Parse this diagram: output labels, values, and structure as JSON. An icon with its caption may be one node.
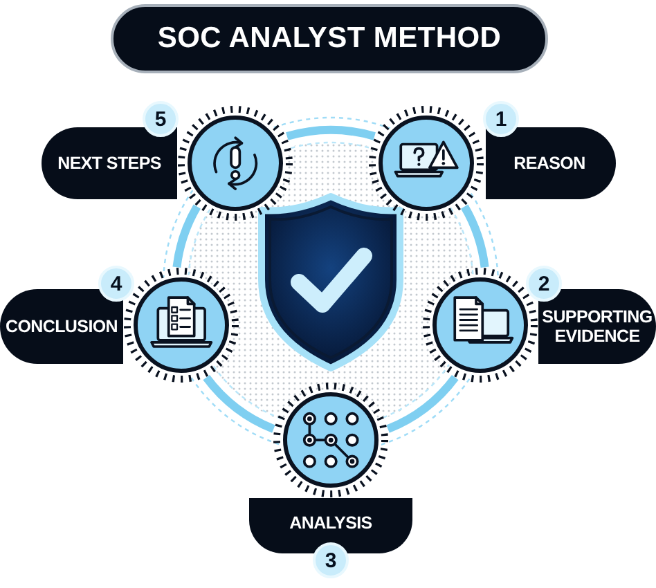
{
  "diagram": {
    "title": "SOC ANALYST METHOD",
    "nodes": [
      {
        "text": [
          "1"
        ]
      },
      {
        "text": [
          "REASON"
        ]
      },
      {
        "text": [],
        "shape": "circle"
      },
      {
        "text": [
          "2"
        ]
      },
      {
        "text": [
          "SUPPORTING EVIDENCE"
        ]
      },
      {
        "text": [],
        "shape": "circle"
      },
      {
        "text": [
          "3"
        ]
      },
      {
        "text": [
          "ANALYSIS"
        ]
      },
      {
        "text": [],
        "shape": "circle"
      },
      {
        "text": [
          "4"
        ]
      },
      {
        "text": [
          "CONCLUSION"
        ]
      },
      {
        "text": [],
        "shape": "circle"
      },
      {
        "text": [
          "5"
        ]
      },
      {
        "text": [
          "NEXT STEPS"
        ]
      },
      {
        "text": [],
        "shape": "circle"
      },
      {
        "text": [],
        "shape": "shield"
      }
    ],
    "edges": [
      {
        "from": 2,
        "to": 5,
        "arrow": "none"
      },
      {
        "from": 5,
        "to": 8,
        "arrow": "none"
      },
      {
        "from": 8,
        "to": 11,
        "arrow": "none"
      },
      {
        "from": 11,
        "to": 14,
        "arrow": "none"
      },
      {
        "from": 14,
        "to": 2,
        "arrow": "none"
      }
    ]
  }
}
